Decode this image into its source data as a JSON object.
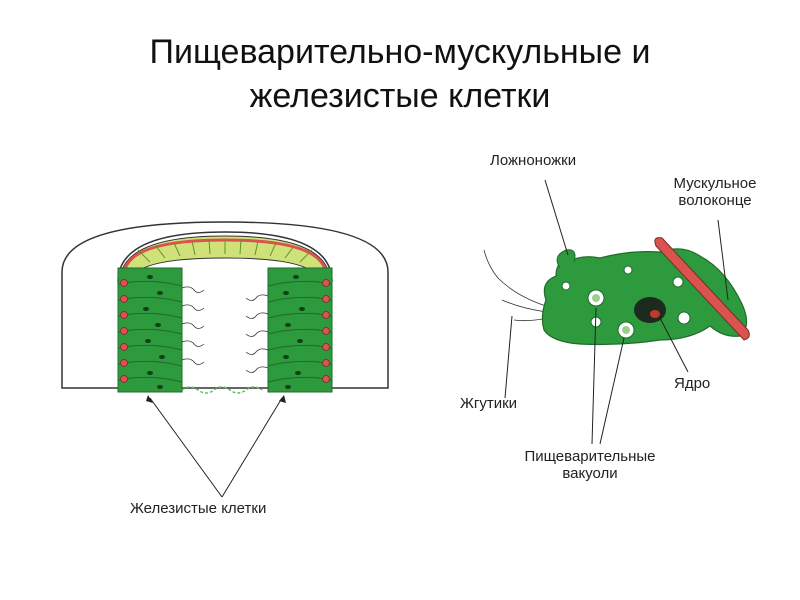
{
  "slide": {
    "title_line1": "Пищеварительно-мускульные и",
    "title_line2": "железистые клетки"
  },
  "labels": {
    "glandular_cells": "Железистые клетки",
    "pseudopodia": "Ложноножки",
    "muscle_fiber_line1": "Мускульное",
    "muscle_fiber_line2": "волоконце",
    "flagella": "Жгутики",
    "nucleus": "Ядро",
    "vacuoles_line1": "Пищеварительные",
    "vacuoles_line2": "вакуоли"
  },
  "colors": {
    "cell_green": "#2e9a3e",
    "cell_dark": "#1f6b2a",
    "muscle_red": "#d9534f",
    "mesoglea_yellow": "#cfe27a"
  }
}
